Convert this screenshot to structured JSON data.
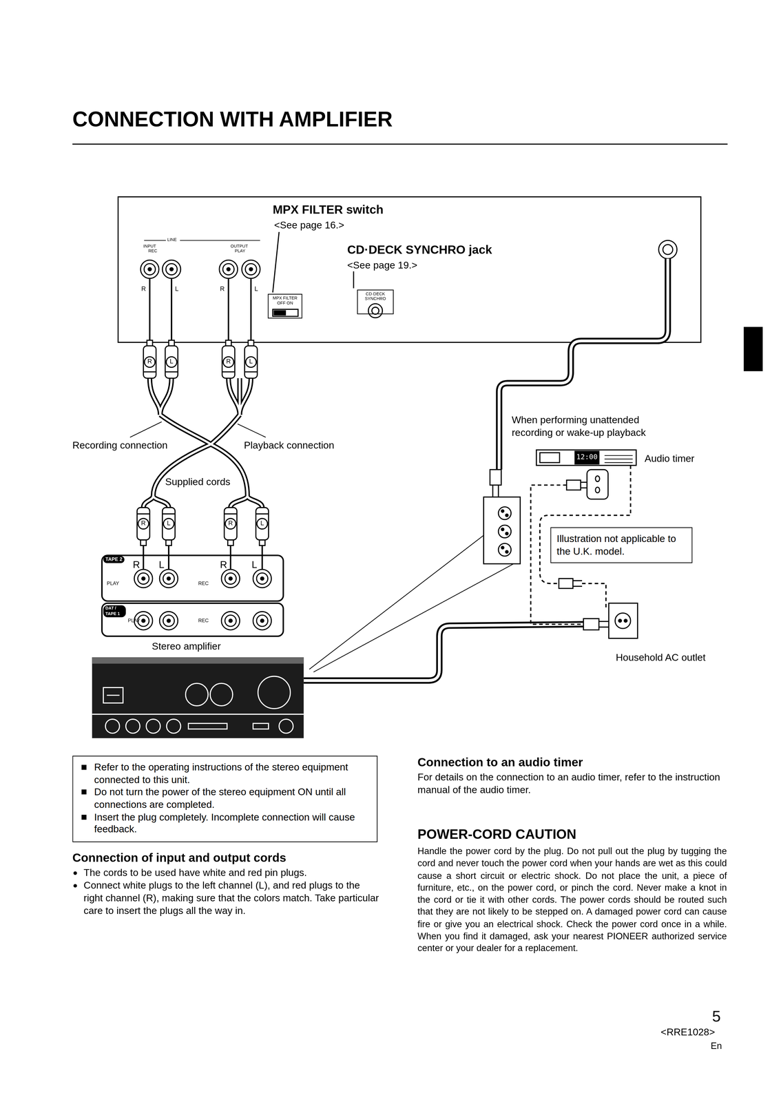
{
  "diagram": {
    "title": "CONNECTION WITH AMPLIFIER",
    "nodes": [
      {
        "text": [
          "Refer to the operating instructions of the stereo equipment connected to this unit.",
          "Do not turn the power of the stereo equipment ON until all connections are completed.",
          "Insert the plug completely. Incomplete connection will cause feedback."
        ]
      },
      {
        "text": [
          "Illustration not applicable to the U.K. model."
        ]
      },
      {
        "text": [
          "MPX FILTER",
          "OFF ON"
        ]
      },
      {
        "text": [
          "CD·DECK SYNCHRO"
        ]
      }
    ],
    "labels": [
      "MPX FILTER switch",
      "<See page 16.>",
      "CD·DECK SYNCHRO jack",
      "<See page 19.>",
      "LINE",
      "INPUT",
      "REC",
      "OUTPUT",
      "PLAY",
      "R",
      "L",
      "R",
      "L",
      "R",
      "L",
      "R",
      "L",
      "R",
      "L",
      "R",
      "L",
      "Recording connection",
      "Playback connection",
      "Supplied cords",
      "TAPE 2",
      "R",
      "L",
      "R",
      "L",
      "PLAY",
      "REC",
      "DAT / TAPE 1",
      "PLAY",
      "REC",
      "Stereo amplifier",
      "When performing unattended recording or wake-up playback",
      "12:00",
      "Audio timer",
      "Household AC outlet",
      "Connection of input and output cords",
      "The cords to be used have white and red pin plugs.",
      "Connect white plugs to the left channel (L), and red plugs to the right channel (R), making sure that the colors match. Take particular care to insert the plugs all the way in.",
      "Connection to an audio timer",
      "For details on the connection to an audio timer, refer to the instruction manual of the audio timer.",
      "POWER-CORD CAUTION",
      "Handle the power cord by the plug. Do not pull out the plug by tugging the cord and never touch the power cord when your hands are wet as this could cause a short circuit or electric shock. Do not place the unit, a piece of furniture, etc., on the power cord, or pinch the cord. Never make a knot in the cord or tie it with other cords. The power cords should be routed such that they are not likely to be stepped on. A damaged power cord can cause fire or give you an electrical shock. Check the power cord once in a while. When you find it damaged, ask your nearest PIONEER authorized service center or your dealer for a replacement.",
      "5",
      "<RRE1028>",
      "En"
    ]
  }
}
